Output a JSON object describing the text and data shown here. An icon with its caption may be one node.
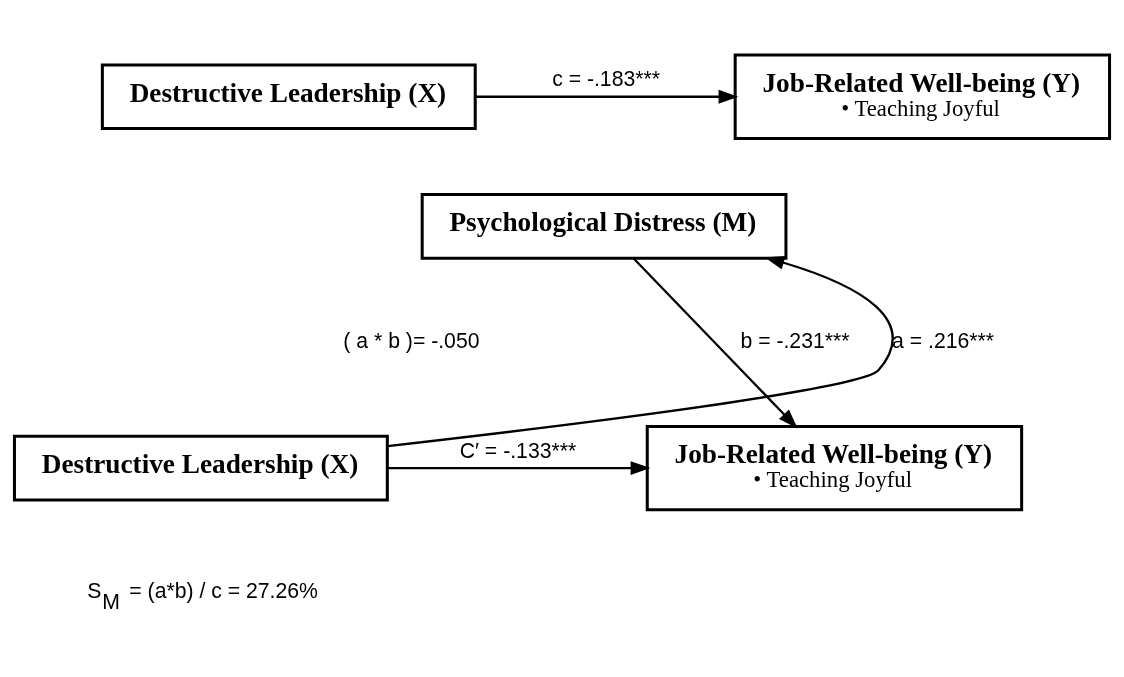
{
  "diagram": {
    "nodes": [
      {
        "text": [
          "Destructive Leadership (X)"
        ]
      },
      {
        "text": [
          "Job-Related Well-being (Y)",
          "• Teaching Joyful"
        ]
      },
      {
        "text": [
          "Psychological Distress (M)"
        ]
      },
      {
        "text": [
          "Destructive Leadership (X)"
        ]
      },
      {
        "text": [
          "Job-Related Well-being (Y)",
          "• Teaching Joyful"
        ]
      }
    ],
    "edges": [
      {
        "from": 0,
        "to": 1,
        "arrow": "to",
        "label": "c = -.183***"
      },
      {
        "from": 3,
        "to": 2,
        "arrow": "to",
        "label": "a = .216***"
      },
      {
        "from": 2,
        "to": 4,
        "arrow": "to",
        "label": "b = -.231***"
      },
      {
        "from": 3,
        "to": 4,
        "arrow": "to",
        "label": "C′ = -.133***"
      }
    ],
    "labels": [
      "( a * b )= -.050",
      "S$_{M}$ = (a*b) / c = 27.26%"
    ]
  }
}
